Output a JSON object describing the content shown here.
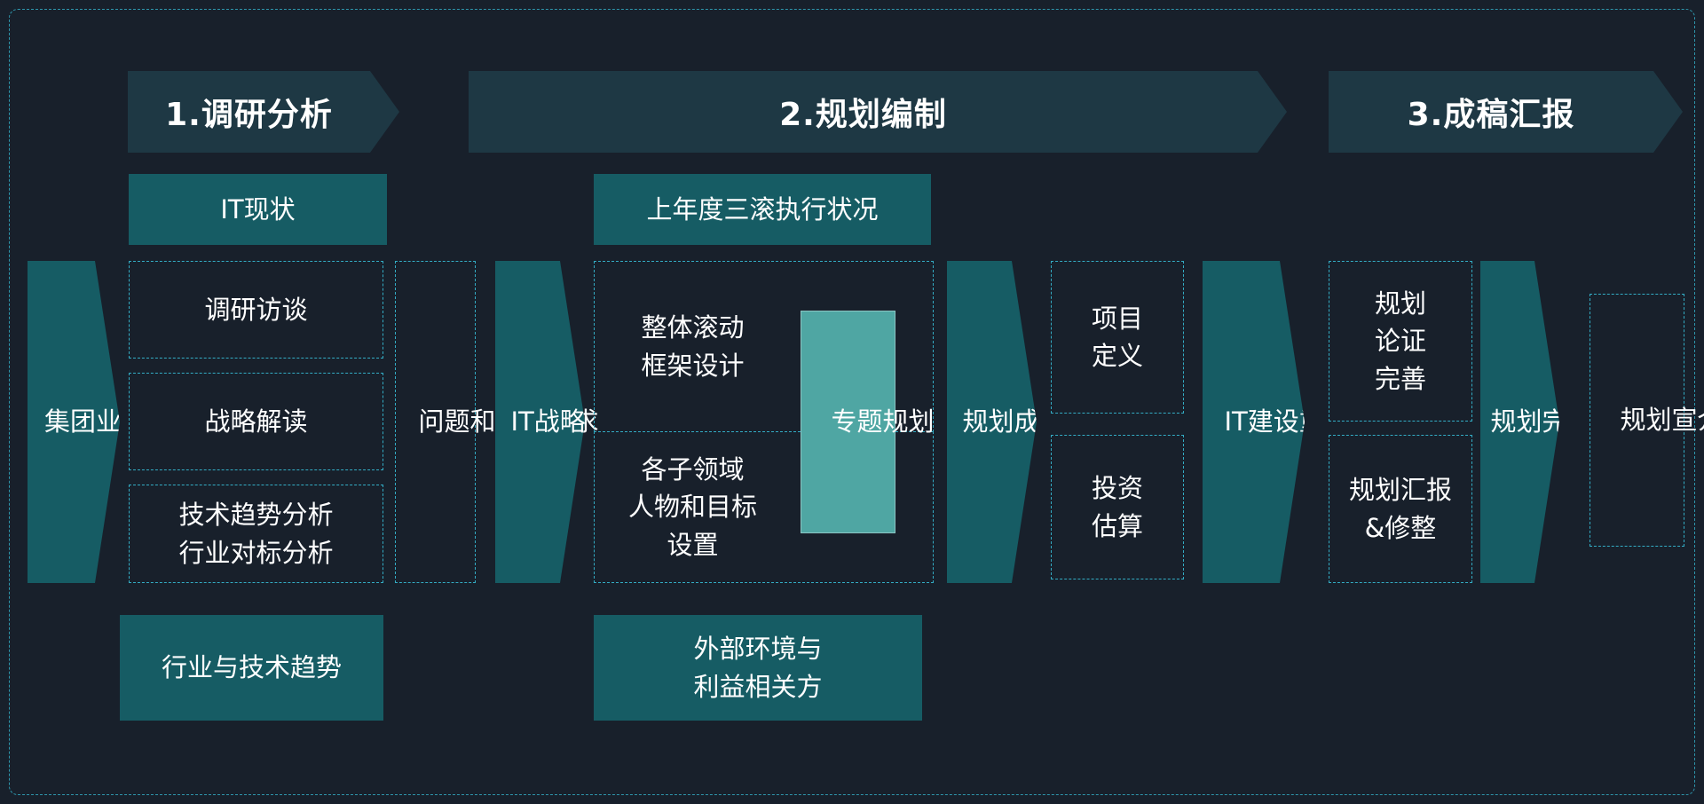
{
  "colors": {
    "background": "#18202B",
    "header_fill": "#1E3844",
    "teal_fill": "#165C64",
    "light_teal_fill": "#4FA6A3",
    "dashed_border": "#33ACC4",
    "text": "#FFFFFF"
  },
  "diagram": {
    "phases": [
      {
        "label": "1.调研分析"
      },
      {
        "label": "2.规划编制"
      },
      {
        "label": "3.成稿汇报"
      }
    ],
    "phase1": {
      "input": "集团业务战略",
      "it_status": "IT现状",
      "steps": [
        "调研访谈",
        "战略解读",
        "技术趋势分析\n行业对标分析"
      ],
      "bottom": "行业与技术趋势",
      "output": "问题和高价需求"
    },
    "phase2": {
      "input": "IT战略",
      "top": "上年度三滚执行状况",
      "framework": "整体滚动\n框架设计",
      "subdomain": "各子领域\n人物和目标\n设置",
      "special": "专题规划",
      "results": "规划成果",
      "project_definition": "项目\n定义",
      "investment_estimate": "投资\n估算",
      "focus": "IT建设重点与投资",
      "bottom": "外部环境与\n利益相关方"
    },
    "phase3": {
      "verify": "规划\n论证\n完善",
      "report": "规划汇报\n&修整",
      "final": "规划完善版",
      "promotion": "规划宣介"
    }
  }
}
